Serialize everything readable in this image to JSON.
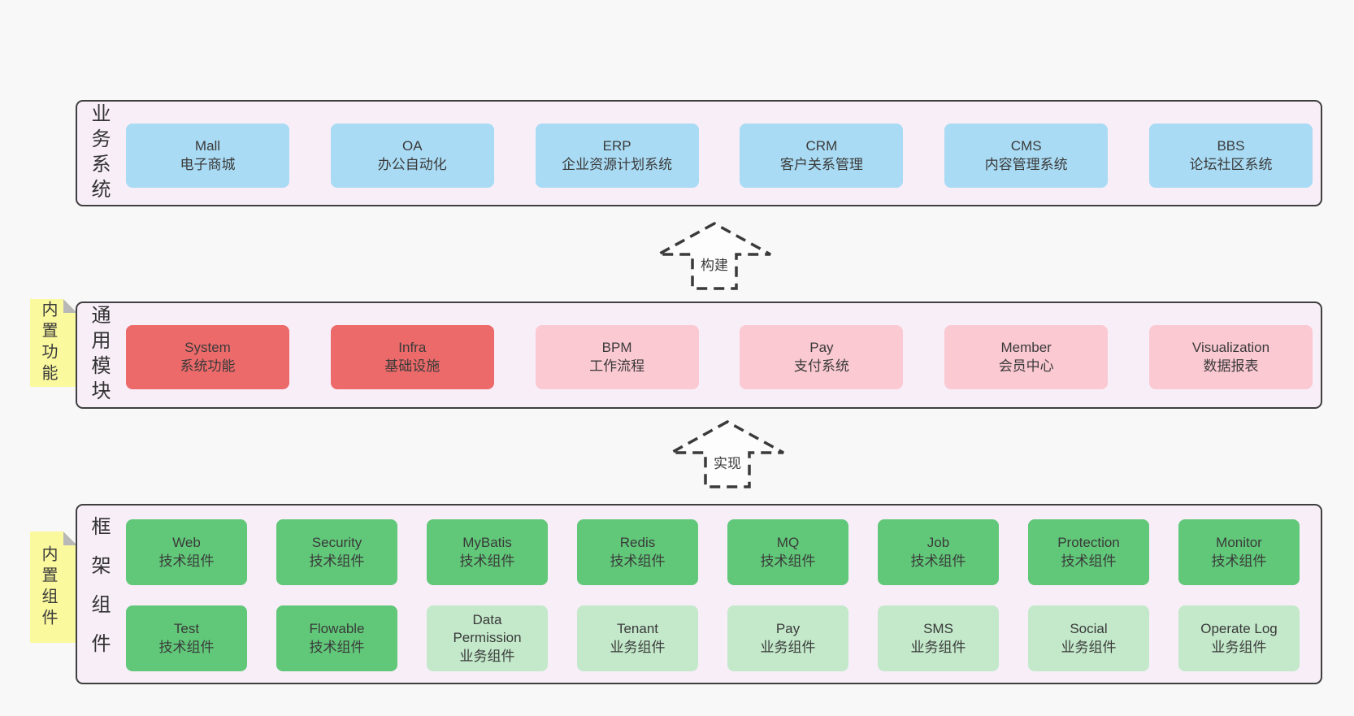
{
  "page": {
    "background": "#f8f8f8"
  },
  "colors": {
    "layer_background": "#f8eef8",
    "layer_border": "#3f3f3f",
    "blue_box": "#a9dbf4",
    "red_box": "#ed6a6a",
    "pink_box": "#fbc9d2",
    "green_box": "#61c879",
    "light_green_box": "#c3e9ca",
    "sticky_note": "#fbf99e",
    "text": "#3a3a3a"
  },
  "arrows": [
    {
      "label": "构建"
    },
    {
      "label": "实现"
    }
  ],
  "layers": [
    {
      "label": "业务系统",
      "boxes": [
        {
          "name": "Mall",
          "desc": "电子商城",
          "type": "blue"
        },
        {
          "name": "OA",
          "desc": "办公自动化",
          "type": "blue"
        },
        {
          "name": "ERP",
          "desc": "企业资源计划系统",
          "type": "blue"
        },
        {
          "name": "CRM",
          "desc": "客户关系管理",
          "type": "blue"
        },
        {
          "name": "CMS",
          "desc": "内容管理系统",
          "type": "blue"
        },
        {
          "name": "BBS",
          "desc": "论坛社区系统",
          "type": "blue"
        }
      ]
    },
    {
      "label": "通用模块",
      "note": "内置功能",
      "boxes": [
        {
          "name": "System",
          "desc": "系统功能",
          "type": "red"
        },
        {
          "name": "Infra",
          "desc": "基础设施",
          "type": "red"
        },
        {
          "name": "BPM",
          "desc": "工作流程",
          "type": "pink"
        },
        {
          "name": "Pay",
          "desc": "支付系统",
          "type": "pink"
        },
        {
          "name": "Member",
          "desc": "会员中心",
          "type": "pink"
        },
        {
          "name": "Visualization",
          "desc": "数据报表",
          "type": "pink"
        }
      ]
    },
    {
      "label": "框架组件",
      "note": "内置组件",
      "rows": [
        [
          {
            "name": "Web",
            "desc": "技术组件",
            "type": "green"
          },
          {
            "name": "Security",
            "desc": "技术组件",
            "type": "green"
          },
          {
            "name": "MyBatis",
            "desc": "技术组件",
            "type": "green"
          },
          {
            "name": "Redis",
            "desc": "技术组件",
            "type": "green"
          },
          {
            "name": "MQ",
            "desc": "技术组件",
            "type": "green"
          },
          {
            "name": "Job",
            "desc": "技术组件",
            "type": "green"
          },
          {
            "name": "Protection",
            "desc": "技术组件",
            "type": "green"
          },
          {
            "name": "Monitor",
            "desc": "技术组件",
            "type": "green"
          }
        ],
        [
          {
            "name": "Test",
            "desc": "技术组件",
            "type": "green"
          },
          {
            "name": "Flowable",
            "desc": "技术组件",
            "type": "green"
          },
          {
            "name": "Data Permission",
            "desc": "业务组件",
            "type": "lightgreen"
          },
          {
            "name": "Tenant",
            "desc": "业务组件",
            "type": "lightgreen"
          },
          {
            "name": "Pay",
            "desc": "业务组件",
            "type": "lightgreen"
          },
          {
            "name": "SMS",
            "desc": "业务组件",
            "type": "lightgreen"
          },
          {
            "name": "Social",
            "desc": "业务组件",
            "type": "lightgreen"
          },
          {
            "name": "Operate Log",
            "desc": "业务组件",
            "type": "lightgreen"
          }
        ]
      ]
    }
  ]
}
